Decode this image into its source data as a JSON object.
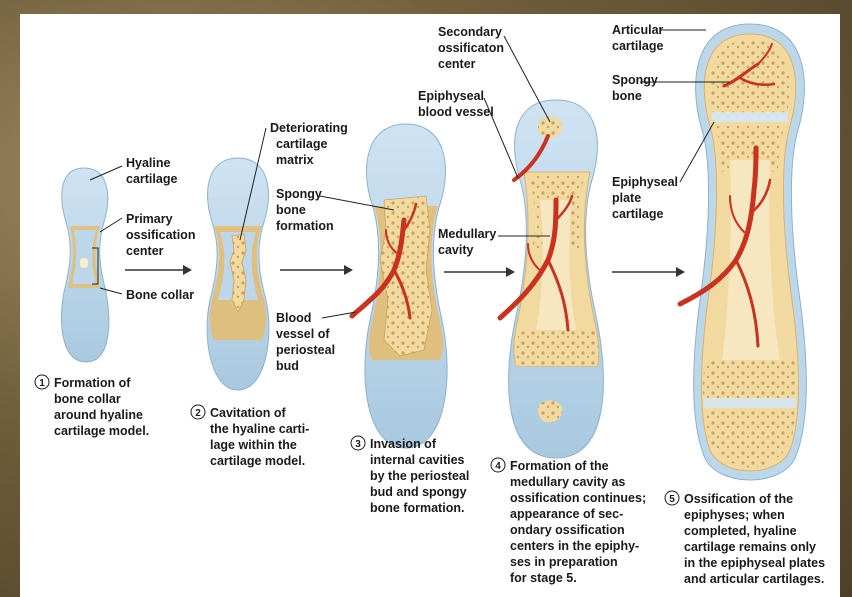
{
  "stages": [
    {
      "number": "1",
      "caption": [
        "Formation of",
        "bone collar",
        "around hyaline",
        "cartilage model."
      ]
    },
    {
      "number": "2",
      "caption": [
        "Cavitation of",
        "the hyaline carti-",
        "lage within the",
        "cartilage model."
      ]
    },
    {
      "number": "3",
      "caption": [
        "Invasion of",
        "internal cavities",
        "by the periosteal",
        "bud and spongy",
        "bone formation."
      ]
    },
    {
      "number": "4",
      "caption": [
        "Formation of the",
        "medullary cavity as",
        "ossification continues;",
        "appearance of sec-",
        "ondary ossification",
        "centers in the epiphy-",
        "ses in preparation",
        "for stage 5."
      ]
    },
    {
      "number": "5",
      "caption": [
        "Ossification of the",
        "epiphyses; when",
        "completed, hyaline",
        "cartilage remains only",
        "in the epiphyseal plates",
        "and articular cartilages."
      ]
    }
  ],
  "labels": {
    "hyaline_cartilage": [
      "Hyaline",
      "cartilage"
    ],
    "primary_ossification_center": [
      "Primary",
      "ossification",
      "center"
    ],
    "bone_collar": [
      "Bone collar"
    ],
    "deteriorating_matrix": [
      "Deteriorating",
      "cartilage",
      "matrix"
    ],
    "spongy_bone_formation": [
      "Spongy",
      "bone",
      "formation"
    ],
    "blood_vessel_periosteal_bud": [
      "Blood",
      "vessel of",
      "periosteal",
      "bud"
    ],
    "secondary_ossification_center": [
      "Secondary",
      "ossificaton",
      "center"
    ],
    "epiphyseal_blood_vessel": [
      "Epiphyseal",
      "blood vessel"
    ],
    "medullary_cavity": [
      "Medullary",
      "cavity"
    ],
    "articular_cartilage": [
      "Articular",
      "cartilage"
    ],
    "spongy_bone": [
      "Spongy",
      "bone"
    ],
    "epiphyseal_plate_cartilage": [
      "Epiphyseal",
      "plate",
      "cartilage"
    ]
  },
  "colors": {
    "cartilage": "#bcd7ea",
    "bone": "#f1d9a0",
    "collar": "#e3bd72",
    "spongy": "#e6c57e",
    "vessel": "#c8321e",
    "arrow": "#333333"
  }
}
